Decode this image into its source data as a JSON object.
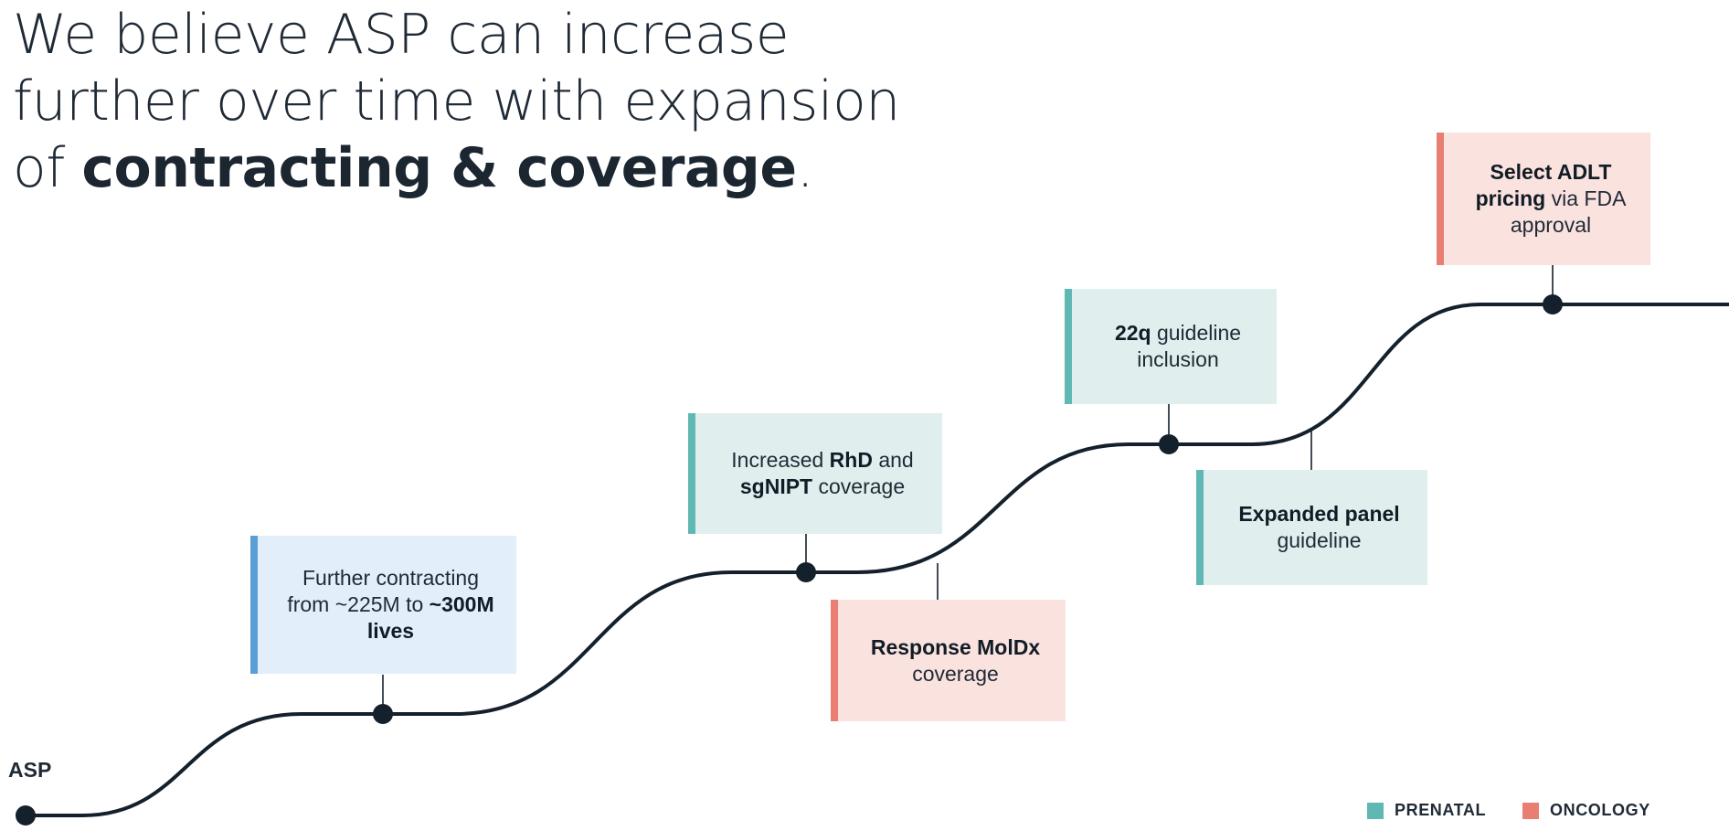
{
  "headline": {
    "line1": "We believe ASP can increase",
    "line2": "further over time with expansion",
    "line3_prefix": "of ",
    "line3_bold": "contracting & coverage",
    "line3_suffix": "."
  },
  "axis_label": "ASP",
  "colors": {
    "prenatal": "#5fb8b3",
    "oncology": "#e87f72",
    "contracting": "#5a9ed6",
    "curve": "#14202b"
  },
  "milestones": [
    {
      "id": "contracting",
      "category": "contracting",
      "parts": [
        {
          "t": "Further contracting from ~225M to ",
          "b": false
        },
        {
          "t": "~300M lives",
          "b": true
        }
      ]
    },
    {
      "id": "rhd",
      "category": "prenatal",
      "parts": [
        {
          "t": "Increased ",
          "b": false
        },
        {
          "t": "RhD",
          "b": true
        },
        {
          "t": " and ",
          "b": false
        },
        {
          "t": "sgNIPT",
          "b": true
        },
        {
          "t": " coverage",
          "b": false
        }
      ]
    },
    {
      "id": "moldx",
      "category": "oncology",
      "parts": [
        {
          "t": "Response MolDx",
          "b": true
        },
        {
          "t": " coverage",
          "b": false
        }
      ]
    },
    {
      "id": "22q",
      "category": "prenatal",
      "parts": [
        {
          "t": "22q",
          "b": true
        },
        {
          "t": " guideline inclusion",
          "b": false
        }
      ]
    },
    {
      "id": "panel",
      "category": "prenatal",
      "parts": [
        {
          "t": "Expanded panel",
          "b": true
        },
        {
          "t": " guideline",
          "b": false
        }
      ]
    },
    {
      "id": "adlt",
      "category": "oncology",
      "parts": [
        {
          "t": "Select ADLT pricing",
          "b": true
        },
        {
          "t": " via FDA approval",
          "b": false
        }
      ]
    }
  ],
  "legend": [
    {
      "label": "PRENATAL",
      "color": "#5fb8b3"
    },
    {
      "label": "ONCOLOGY",
      "color": "#e87f72"
    }
  ]
}
